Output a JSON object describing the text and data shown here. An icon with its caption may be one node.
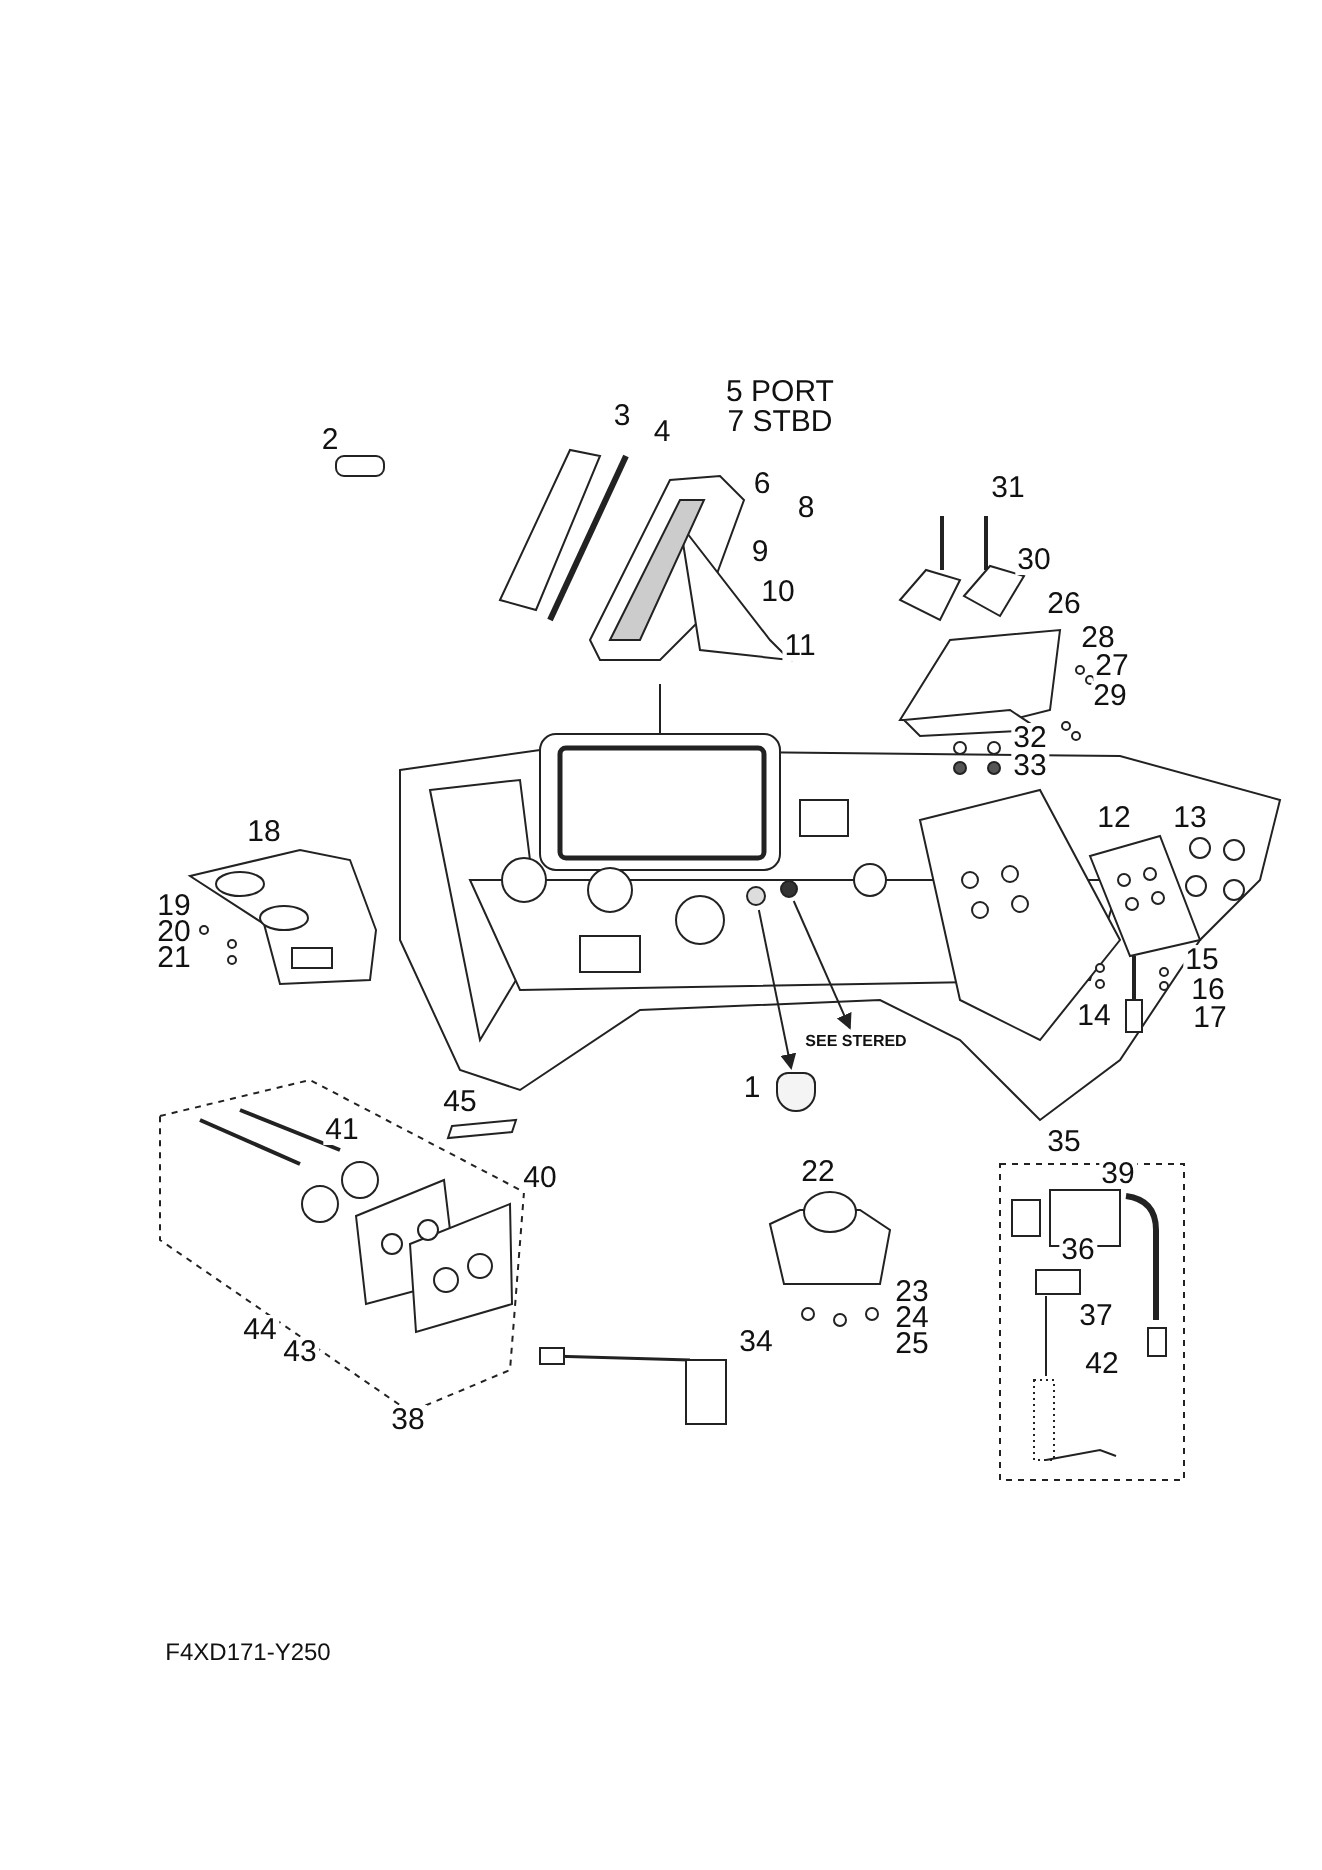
{
  "diagram": {
    "nodes": [
      {
        "text": [],
        "shape": "circle"
      },
      {
        "text": [],
        "shape": "circle"
      },
      {
        "text": [
          "SEE STERED"
        ]
      },
      {
        "text": [],
        "shape": "box",
        "beside": [
          "1"
        ]
      }
    ],
    "edges": [
      {
        "from": 0,
        "to": 3,
        "arrow": "to"
      },
      {
        "from": 1,
        "to": 2,
        "arrow": "to"
      }
    ],
    "labels": [
      "5 PORT",
      "7 STBD",
      "3",
      "2",
      "4",
      "6",
      "8",
      "31",
      "9",
      "30",
      "10",
      "26",
      "28",
      "11",
      "27",
      "29",
      "32",
      "33",
      "18",
      "12",
      "13",
      "19",
      "20",
      "21",
      "15",
      "16",
      "14",
      "17",
      "45",
      "35",
      "41",
      "22",
      "39",
      "40",
      "36",
      "23",
      "24",
      "25",
      "37",
      "34",
      "44",
      "43",
      "38",
      "42",
      "F4XD171-Y250"
    ]
  }
}
